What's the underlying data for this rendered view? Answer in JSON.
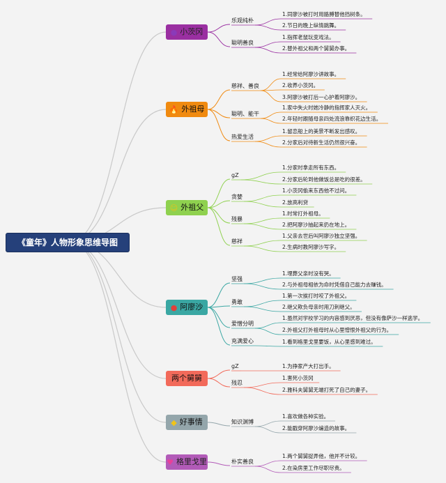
{
  "title": "《童年》人物形象思维导图",
  "characters": [
    {
      "name": "小茨冈",
      "icon": "purple-circle-icon",
      "glyph": "●",
      "iconColor": "#8a3ab9",
      "color": "#9a2fa1",
      "traits": [
        {
          "label": "乐观纯朴",
          "items": [
            "1.同廖沙被打时用胳膊替他挡树条。",
            "2.节日的晚上纵情跳舞。"
          ]
        },
        {
          "label": "聪明善良",
          "items": [
            "1.指挥老鼠玩变戏法。",
            "2.替外祖父和两个舅舅办事。"
          ]
        }
      ]
    },
    {
      "name": "外祖母",
      "icon": "flame-icon",
      "glyph": "🔥",
      "iconColor": "#2b6fd6",
      "color": "#f08a10",
      "traits": [
        {
          "label": "慈祥、善良",
          "items": [
            "1.经常给阿廖沙讲故事。",
            "2.收养小茨冈。",
            "3.阿廖沙被打后一心护着阿廖沙。"
          ]
        },
        {
          "label": "聪明、能干",
          "items": [
            "1.家中失火时她冷静的指挥家人灭火。",
            "2.年轻时跟随母亲四处流浪靠织花边生活。"
          ]
        },
        {
          "label": "热爱生活",
          "items": [
            "1.留恋船上的美景不断发出感叹。",
            "2.分家后对待新生活仍然很兴奋。"
          ]
        }
      ]
    },
    {
      "name": "外祖父",
      "icon": "smile-icon",
      "glyph": "☺",
      "iconColor": "#e8c21a",
      "color": "#8fd14f",
      "traits": [
        {
          "label": "gZ",
          "items": [
            "1.分家时拿走所有东西。",
            "2.分家后轮到他做饭总是吃的很差。"
          ]
        },
        {
          "label": "贪婪",
          "items": [
            "1.小茨冈偷来东西他不过问。",
            "2.放高利贷"
          ]
        },
        {
          "label": "残暴",
          "items": [
            "1.时常打外祖母。",
            "2.把阿廖沙抽起来扔在地上。"
          ]
        },
        {
          "label": "慈祥",
          "items": [
            "1.父亲去世后叫阿廖沙独立坚强。",
            "2.生病时教阿廖沙写字。"
          ]
        }
      ]
    },
    {
      "name": "阿廖沙",
      "icon": "red-circle-icon",
      "glyph": "●",
      "iconColor": "#e0403a",
      "color": "#3aa7a3",
      "traits": [
        {
          "label": "坚强",
          "items": [
            "1.埋葬父亲时没有哭。",
            "2.与外祖母相依为命时凭借自己能力去赚钱。"
          ]
        },
        {
          "label": "勇敢",
          "items": [
            "1.第一次挨打时咬了外祖父。",
            "2.继父欺负母亲时用刀刺继父。"
          ]
        },
        {
          "label": "爱憎分明",
          "items": [
            "1.虽然对学校学习的内容感到厌恶，但没有像萨沙一样逃学。",
            "2.外祖父打外祖母时从心里憎恨外祖父的行为。"
          ]
        },
        {
          "label": "充满爱心",
          "items": [
            "1.看到格里戈里要饭，从心里感到难过。"
          ]
        }
      ]
    },
    {
      "name": "两个舅舅",
      "icon": "",
      "glyph": "",
      "iconColor": "#ffffff",
      "color": "#f26a5a",
      "traits": [
        {
          "label": "gZ",
          "items": [
            "1.为挣家产大打出手。"
          ]
        },
        {
          "label": "残忍",
          "items": [
            "1.害死小茨冈",
            "2.雅科夫舅舅无端打死了自己的妻子。"
          ]
        }
      ]
    },
    {
      "name": "好事情",
      "icon": "diamond-icon",
      "glyph": "◆",
      "iconColor": "#f0c419",
      "color": "#94a6ab",
      "traits": [
        {
          "label": "知识渊博",
          "items": [
            "1.喜欢做各种实验。",
            "2.能戳穿阿廖沙编造的故事。"
          ]
        }
      ]
    },
    {
      "name": "格里戈里",
      "icon": "heart-icon",
      "glyph": "♥",
      "iconColor": "#e8409a",
      "color": "#b25bb8",
      "traits": [
        {
          "label": "朴实善良",
          "items": [
            "1.两个舅舅捉弄他，他并不计较。",
            "2.在染房里工作尽职尽责。"
          ]
        }
      ]
    }
  ]
}
